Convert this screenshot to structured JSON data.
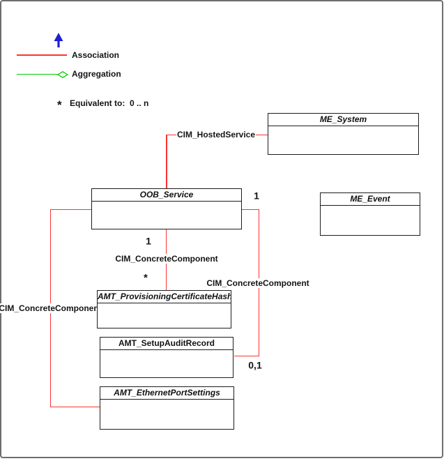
{
  "legend": {
    "association_label": "Association",
    "aggregation_label": "Aggregation",
    "equivalence_symbol": "*",
    "equivalence_label": "Equivalent to:  0 .. n",
    "arrow_icon": "up-arrow-icon",
    "aggregation_icon": "diamond-icon"
  },
  "classes": {
    "me_system": "ME_System",
    "me_event": "ME_Event",
    "oob_service": "OOB_Service",
    "amt_provisioning_certificate_hash": "AMT_ProvisioningCertificateHash",
    "amt_setup_audit_record": "AMT_SetupAuditRecord",
    "amt_ethernet_port_settings": "AMT_EthernetPortSettings"
  },
  "associations": {
    "hosted_service": {
      "label": "CIM_HostedService"
    },
    "concrete_component_center": {
      "label": "CIM_ConcreteComponent"
    },
    "concrete_component_left": {
      "label": "CIM_ConcreteComponent"
    },
    "concrete_component_right": {
      "label": "CIM_ConcreteComponent"
    }
  },
  "multiplicities": {
    "oob_service_right_one": "1",
    "oob_service_bottom_one": "1",
    "certificate_hash_star": "*",
    "setup_audit_record_zero_one": "0,1"
  },
  "colors": {
    "association_red": "#fb3232",
    "aggregation_green": "#00cc00",
    "arrow_blue": "#1f1fd2",
    "frame_gray": "#6e6e6e",
    "box_border_black": "#1c1c1c"
  }
}
